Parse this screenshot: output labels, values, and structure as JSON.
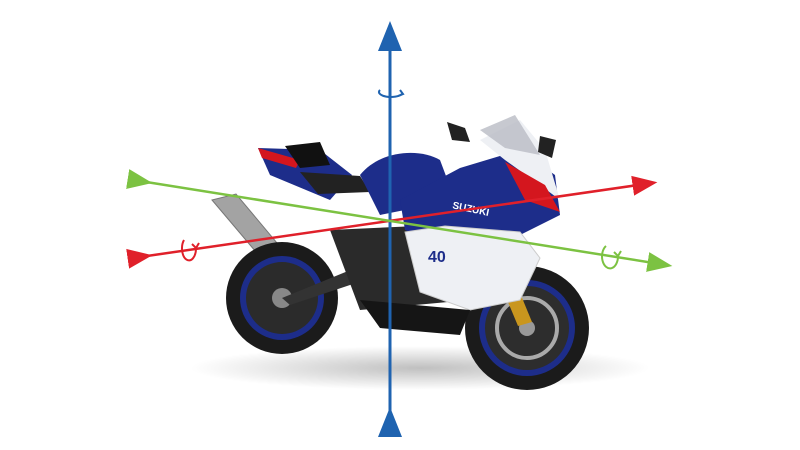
{
  "diagram": {
    "subject": "motorcycle",
    "brand_logo": "SUZUKI",
    "fairing_number": "40",
    "axes": [
      {
        "id": "yaw",
        "color": "#1f63b0"
      },
      {
        "id": "roll",
        "color": "#e0202a"
      },
      {
        "id": "pitch",
        "color": "#7cc242"
      }
    ],
    "colors": {
      "body_blue": "#1d2d8a",
      "fairing_white": "#eef0f4",
      "accent_red": "#d4161e",
      "tire": "#1b1b1b",
      "exhaust": "#9a9a9a"
    }
  }
}
